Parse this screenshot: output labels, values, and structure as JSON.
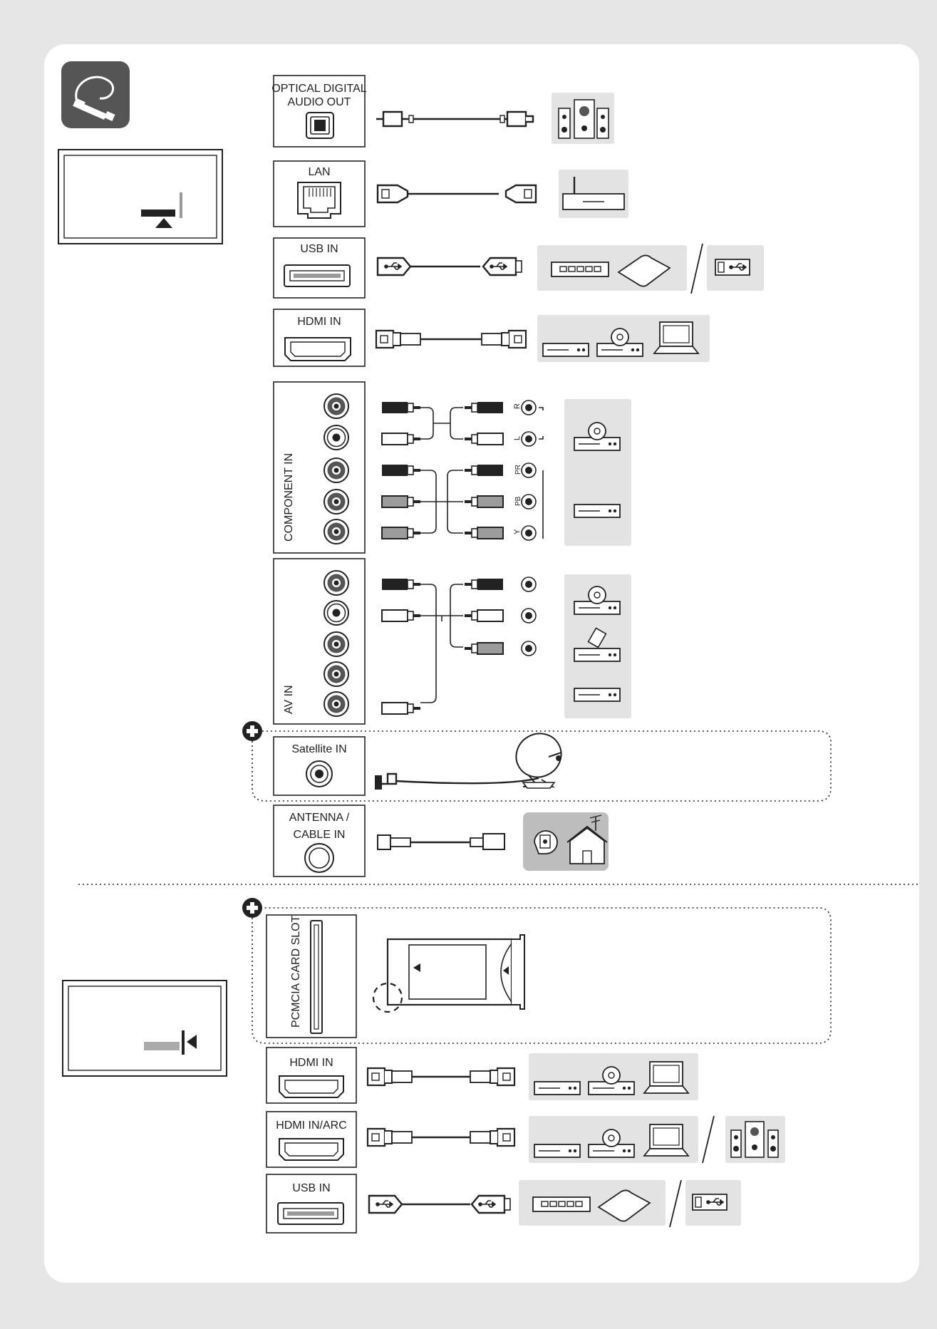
{
  "ports_top": {
    "optical": [
      "OPTICAL DIGITAL",
      "AUDIO OUT"
    ],
    "lan": "LAN",
    "usb1": "USB IN",
    "hdmi1": "HDMI IN",
    "component": "COMPONENT IN",
    "av": "AV IN",
    "satellite": "Satellite IN",
    "antenna": [
      "ANTENNA /",
      "CABLE IN"
    ]
  },
  "ports_bottom": {
    "pcmcia": "PCMCIA CARD SLOT",
    "hdmi2": "HDMI IN",
    "hdmi_arc": "HDMI IN/ARC",
    "usb2": "USB IN"
  },
  "rca_labels": {
    "r": "R",
    "l": "L",
    "pr": "PR",
    "pb": "PB",
    "y": "Y"
  },
  "colors": {
    "background": "#e6e6e6",
    "card": "#ffffff",
    "icon_tile": "#555555",
    "device_panel": "#e3e3e3",
    "line": "#222222"
  },
  "icons": [
    "cable-plug-icon",
    "plus-icon"
  ]
}
